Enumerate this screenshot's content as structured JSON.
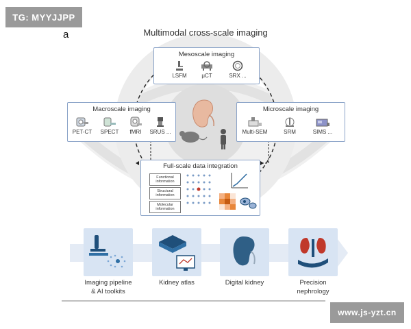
{
  "watermark": {
    "top_left": "TG: MYYJJPP",
    "bottom_right": "www.js-yzt.cn"
  },
  "figure": {
    "panel_letter": "a",
    "title": "Multimodal cross-scale imaging",
    "mesoscale": {
      "title": "Mesoscale imaging",
      "items": [
        "LSFM",
        "μCT",
        "SRX ..."
      ]
    },
    "macroscale": {
      "title": "Macroscale imaging",
      "items": [
        "PET-CT",
        "SPECT",
        "fMRI",
        "SRUS ..."
      ]
    },
    "microscale": {
      "title": "Microscale imaging",
      "items": [
        "Multi-SEM",
        "SRM",
        "SIMS ..."
      ]
    },
    "integration": {
      "title": "Full-scale data integration",
      "info": [
        "Functional information",
        "Structural information",
        "Molecular information"
      ]
    },
    "outcomes": [
      {
        "line1": "Imaging pipeline",
        "line2": "& AI toolkits"
      },
      {
        "line1": "Kidney atlas",
        "line2": ""
      },
      {
        "line1": "Digital kidney",
        "line2": ""
      },
      {
        "line1": "Precision",
        "line2": "nephrology"
      }
    ]
  },
  "colors": {
    "box_border": "#8aa3c8",
    "card_fill": "#d8e4f3",
    "icon_blue": "#1f4f7a",
    "kidney": "#e8b9a0",
    "heat_orange": "#e8863a"
  }
}
